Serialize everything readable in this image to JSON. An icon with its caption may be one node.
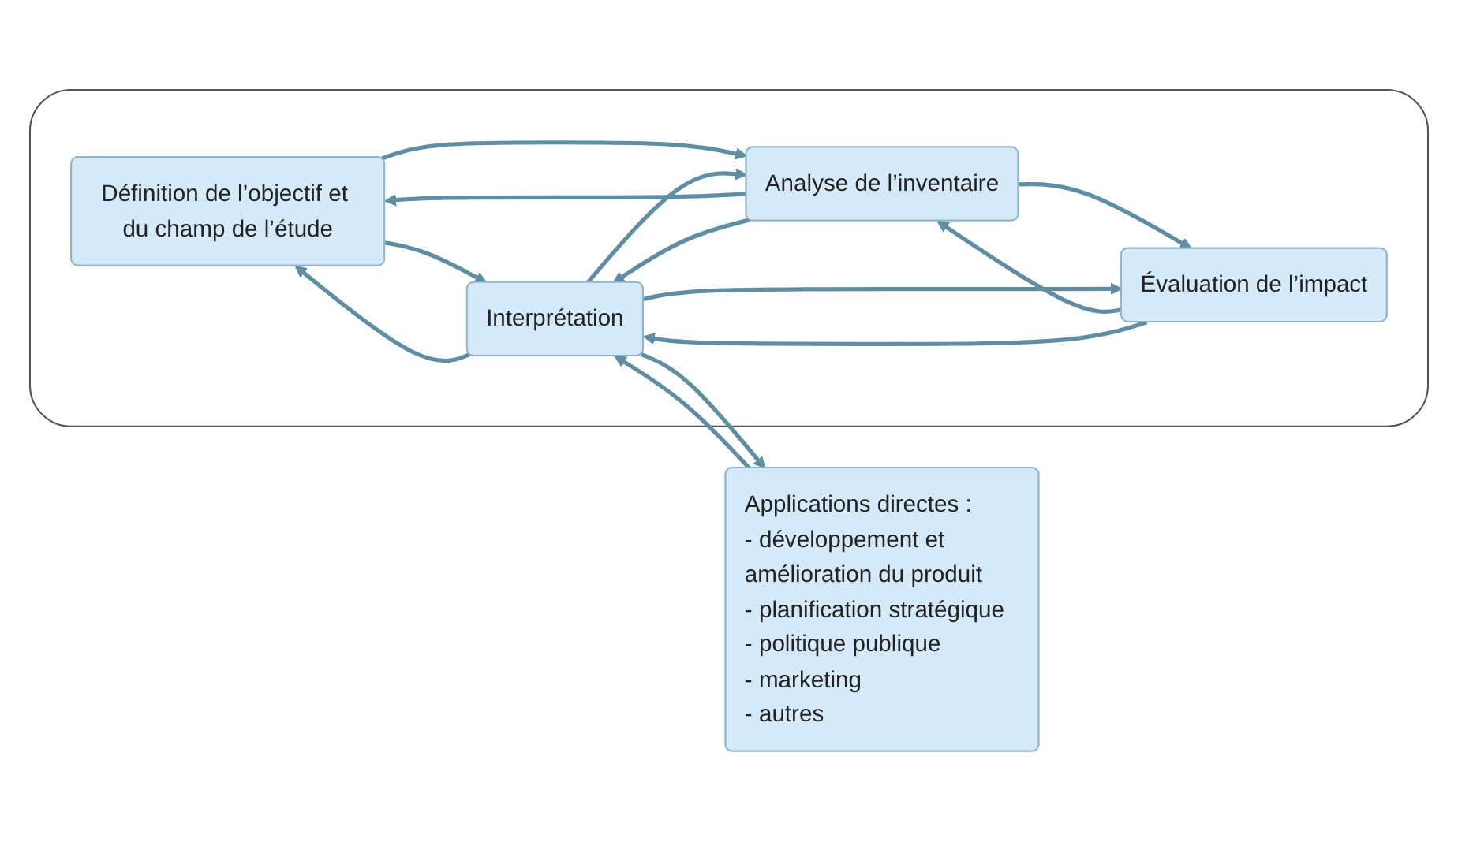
{
  "diagram": {
    "nodes": [
      {
        "text": [],
        "shape": "box"
      },
      {
        "text": [
          "Définition de l’objectif et du champ de l’étude"
        ],
        "in": 0
      },
      {
        "text": [
          "Interprétation"
        ],
        "in": 0
      },
      {
        "text": [
          "Analyse de l’inventaire"
        ],
        "in": 0
      },
      {
        "text": [
          "Évaluation de l’impact"
        ],
        "in": 0
      },
      {
        "text": [
          "Applications directes :",
          "- développement et amélioration du produit",
          "- planification stratégique",
          "- politique publique",
          "- marketing",
          "- autres"
        ]
      }
    ],
    "edges": [
      {
        "from": 2,
        "to": 1,
        "arrow": "to"
      },
      {
        "from": 1,
        "to": 2,
        "arrow": "to"
      },
      {
        "from": 1,
        "to": 3,
        "arrow": "to"
      },
      {
        "from": 3,
        "to": 1,
        "arrow": "to"
      },
      {
        "from": 2,
        "to": 3,
        "arrow": "to"
      },
      {
        "from": 3,
        "to": 2,
        "arrow": "to"
      },
      {
        "from": 3,
        "to": 4,
        "arrow": "to"
      },
      {
        "from": 4,
        "to": 3,
        "arrow": "to"
      },
      {
        "from": 2,
        "to": 4,
        "arrow": "to"
      },
      {
        "from": 4,
        "to": 2,
        "arrow": "to"
      },
      {
        "from": 5,
        "to": 2,
        "arrow": "to"
      },
      {
        "from": 2,
        "to": 5,
        "arrow": "to"
      }
    ]
  }
}
